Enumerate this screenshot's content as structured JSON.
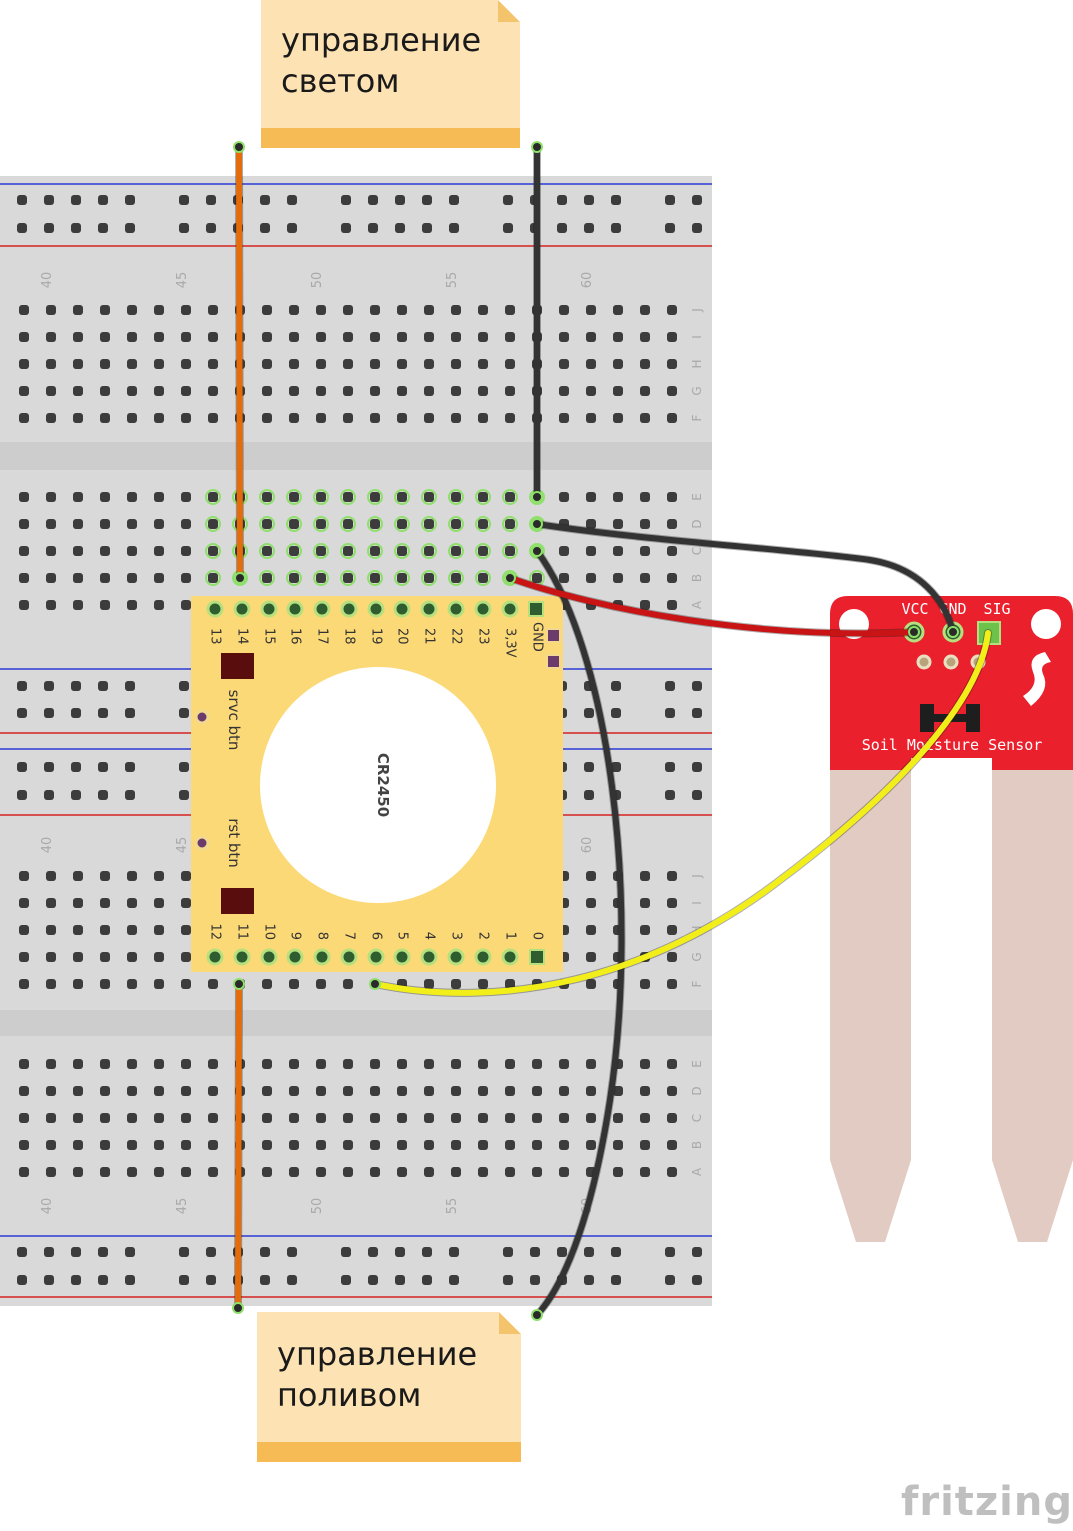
{
  "notes": {
    "top": [
      "управление",
      "светом"
    ],
    "bottom": [
      "управление",
      "поливом"
    ]
  },
  "breadboard": {
    "column_numbers": [
      "40",
      "45",
      "50",
      "55",
      "60"
    ],
    "rows_upper": [
      "J",
      "I",
      "H",
      "G",
      "F"
    ],
    "rows_lower": [
      "E",
      "D",
      "C",
      "B",
      "A"
    ]
  },
  "module": {
    "top_pins": [
      "13",
      "14",
      "15",
      "16",
      "17",
      "18",
      "19",
      "20",
      "21",
      "22",
      "23",
      "3,3V"
    ],
    "bottom_pins": [
      "12",
      "11",
      "10",
      "9",
      "8",
      "7",
      "6",
      "5",
      "4",
      "3",
      "2",
      "1",
      "0"
    ],
    "gnd_label": "GND",
    "battery_label": "CR2450",
    "srvc_label": "srvc btn",
    "rst_label": "rst btn"
  },
  "sensor": {
    "pins": [
      "VCC",
      "GND",
      "SIG"
    ],
    "name": "Soil Moisture Sensor"
  },
  "watermark": "fritzing",
  "colors": {
    "breadboard": "#d9d9d9",
    "rail_blue": "#2b3bd6",
    "rail_red": "#d62222",
    "wire_orange": "#e46c0a",
    "wire_black": "#333333",
    "wire_red": "#c81414",
    "wire_yellow": "#f2ee1a",
    "module": "#fcd977",
    "sensor_red": "#ea202d",
    "probe": "#e2cbc2",
    "note": "#fde2b4",
    "note_bar": "#f7bb55"
  }
}
